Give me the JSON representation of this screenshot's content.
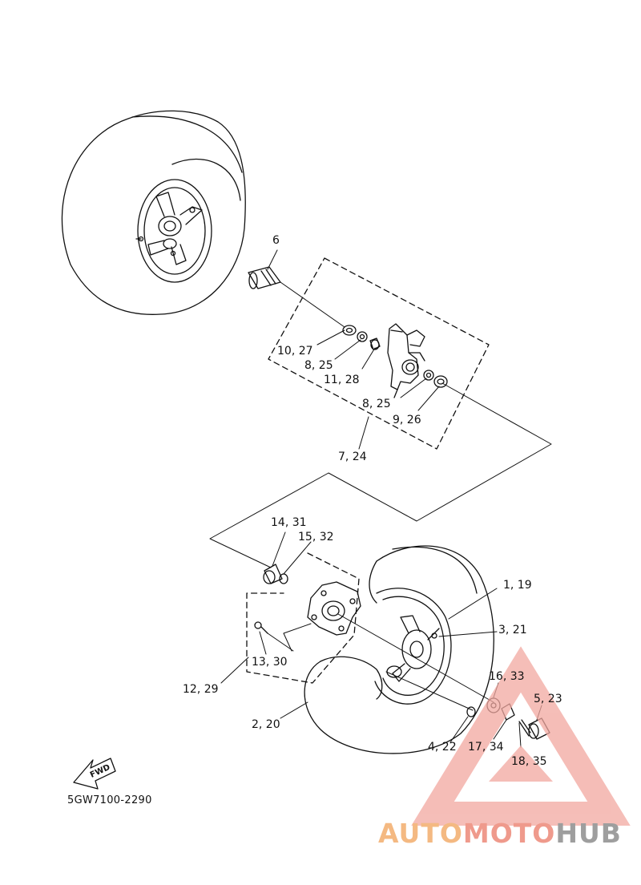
{
  "diagram": {
    "code": "5GW7100-2290",
    "fwd_label": "FWD",
    "labels": {
      "p6": "6",
      "p10_27": "10, 27",
      "p8_25a": "8, 25",
      "p11_28": "11, 28",
      "p8_25b": "8, 25",
      "p9_26": "9, 26",
      "p7_24": "7, 24",
      "p14_31": "14, 31",
      "p15_32": "15, 32",
      "p1_19": "1, 19",
      "p3_21": "3, 21",
      "p16_33": "16, 33",
      "p5_23": "5, 23",
      "p13_30": "13, 30",
      "p12_29": "12, 29",
      "p2_20": "2, 20",
      "p4_22": "4, 22",
      "p17_34": "17, 34",
      "p18_35": "18, 35"
    }
  },
  "watermark": {
    "part1": "AUTO",
    "part2": "MOTO",
    "part3": "HUB",
    "color_auto": "#f4b982",
    "color_moto": "#ef9a8c",
    "color_hub": "#9e9e9e",
    "color_triangle": "#f2a8a0"
  }
}
